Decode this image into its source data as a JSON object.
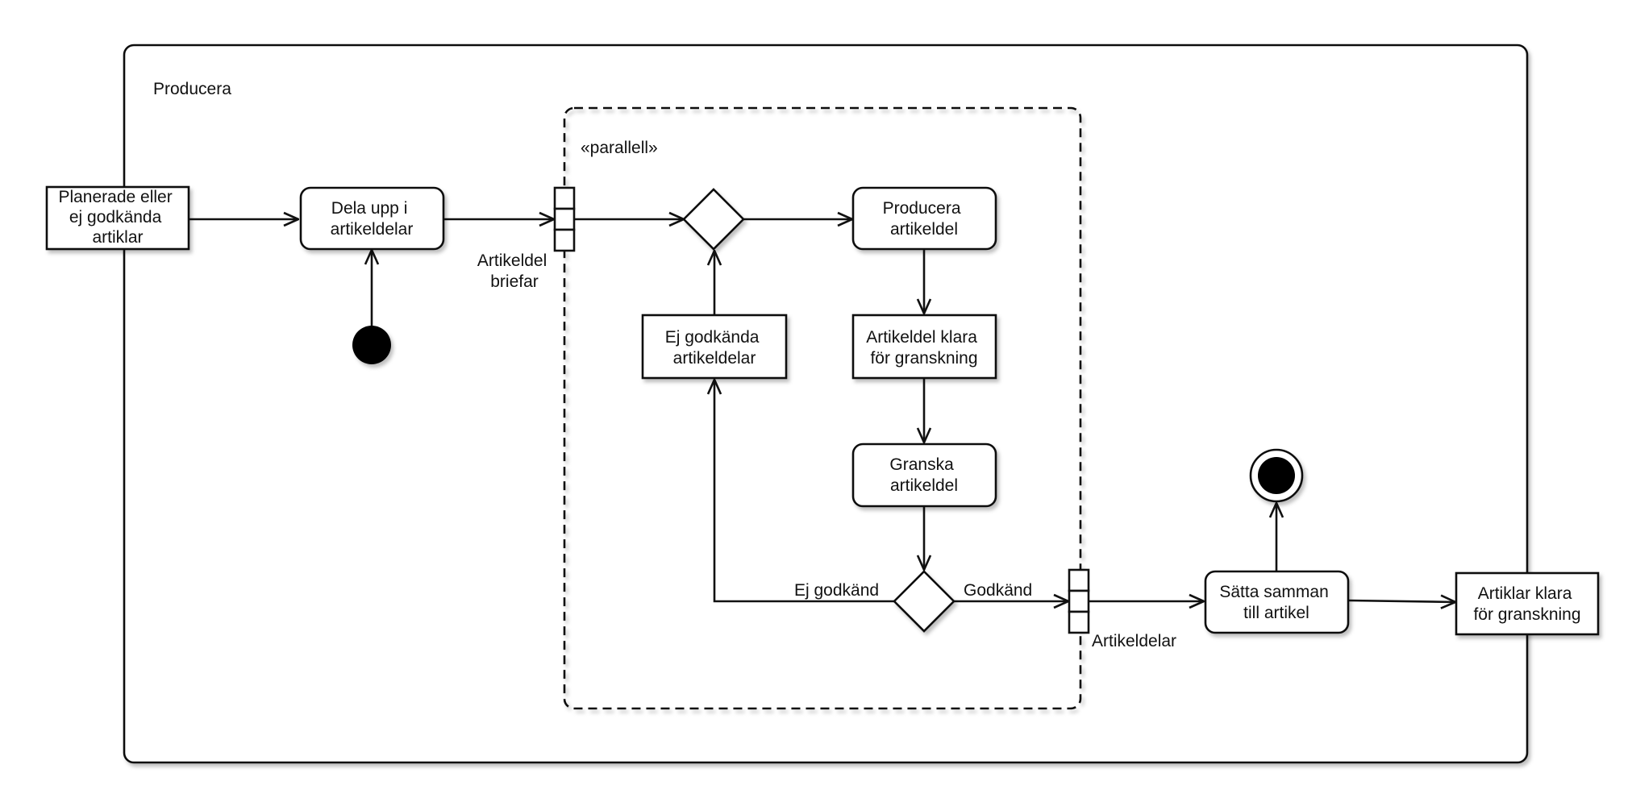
{
  "activity": {
    "label": "Producera"
  },
  "region": {
    "stereotype": "«parallell»"
  },
  "nodes": {
    "input_planned": [
      "Planerade eller",
      "ej godkända",
      "artiklar"
    ],
    "split": [
      "Dela upp i",
      "artikeldelar"
    ],
    "produce": [
      "Producera",
      "artikeldel"
    ],
    "ready_review": [
      "Artikeldel klara",
      "för granskning"
    ],
    "review": [
      "Granska",
      "artikeldel"
    ],
    "rejected_parts": [
      "Ej godkända",
      "artikeldelar"
    ],
    "assemble": [
      "Sätta samman",
      "till artikel"
    ],
    "output_ready": [
      "Artiklar klara",
      "för granskning"
    ]
  },
  "pins": {
    "in": [
      "Artikeldel",
      "briefar"
    ],
    "out": [
      "Artikeldelar"
    ]
  },
  "guards": {
    "rejected": "Ej godkänd",
    "approved": "Godkänd"
  },
  "colors": {
    "stroke": "#111111",
    "fill": "#ffffff",
    "shadow": "#bbbbbb"
  }
}
